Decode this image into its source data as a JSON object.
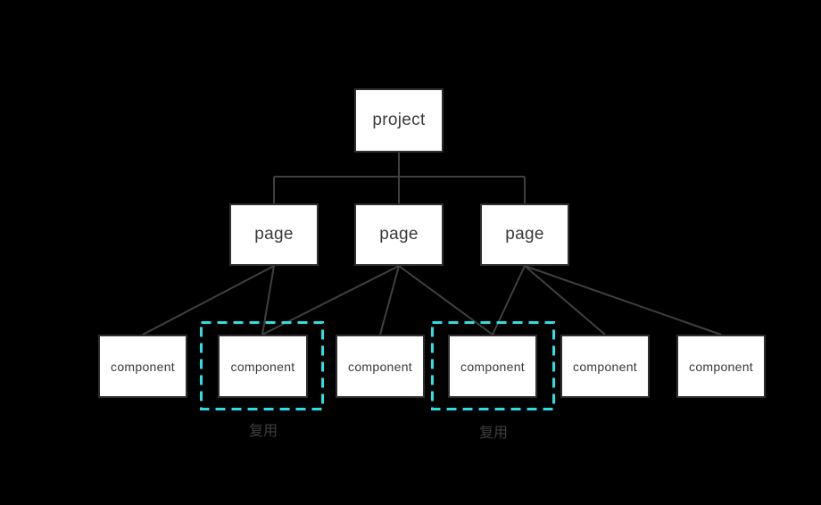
{
  "diagram": {
    "nodes": {
      "project": {
        "label": "project"
      },
      "pages": [
        {
          "label": "page"
        },
        {
          "label": "page"
        },
        {
          "label": "page"
        }
      ],
      "components": [
        {
          "label": "component"
        },
        {
          "label": "component"
        },
        {
          "label": "component"
        },
        {
          "label": "component"
        },
        {
          "label": "component"
        },
        {
          "label": "component"
        }
      ]
    },
    "edges": [
      {
        "page": 0,
        "component": 0
      },
      {
        "page": 0,
        "component": 1
      },
      {
        "page": 1,
        "component": 1
      },
      {
        "page": 1,
        "component": 2
      },
      {
        "page": 1,
        "component": 3
      },
      {
        "page": 2,
        "component": 3
      },
      {
        "page": 2,
        "component": 4
      },
      {
        "page": 2,
        "component": 5
      }
    ],
    "reuse_labels": [
      "复用",
      "复用"
    ],
    "colors": {
      "background": "#000000",
      "node_fill": "#ffffff",
      "node_border": "#2f2f2f",
      "node_text": "#3a3a3a",
      "connector": "#404040",
      "highlight": "#29e0e6",
      "reuse_text": "#3f3f3f"
    }
  }
}
